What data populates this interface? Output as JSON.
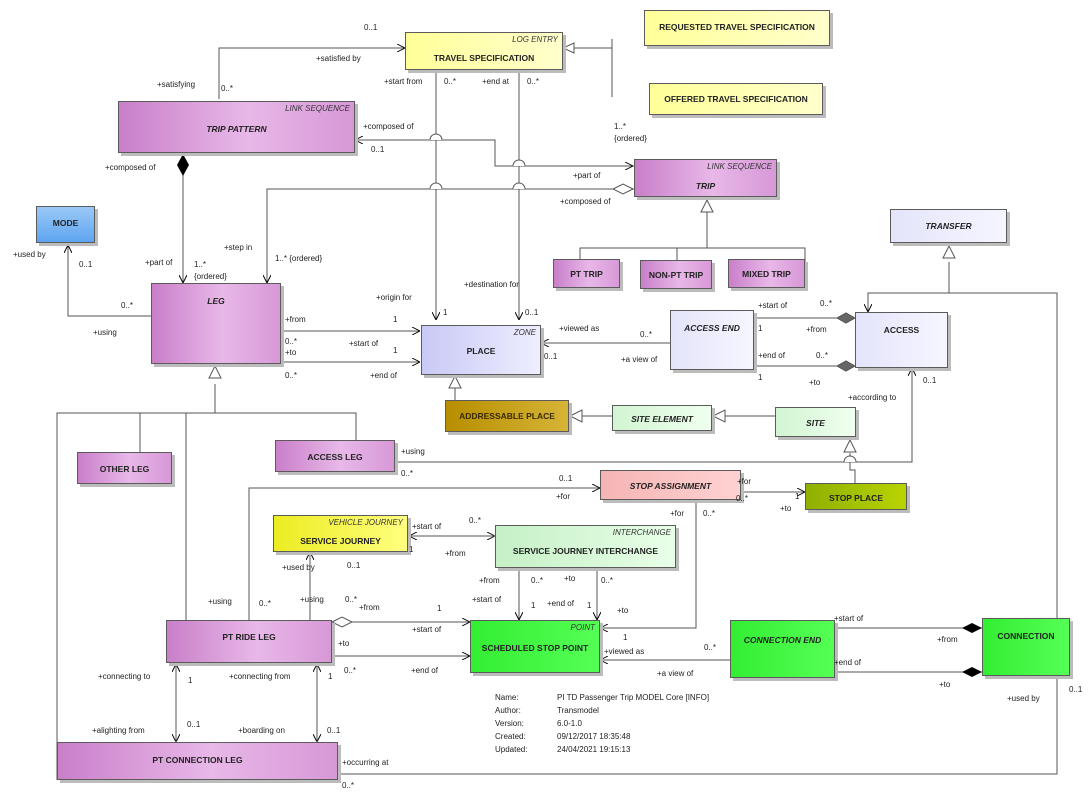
{
  "classes": {
    "travel_spec": {
      "name": "TRAVEL SPECIFICATION",
      "stereotype": "LOG ENTRY"
    },
    "requested_spec": {
      "name": "REQUESTED TRAVEL SPECIFICATION"
    },
    "offered_spec": {
      "name": "OFFERED TRAVEL SPECIFICATION"
    },
    "trip_pattern": {
      "name": "TRIP PATTERN",
      "stereotype": "LINK SEQUENCE"
    },
    "trip": {
      "name": "TRIP",
      "stereotype": "LINK SEQUENCE"
    },
    "mode": {
      "name": "MODE"
    },
    "pt_trip": {
      "name": "PT TRIP"
    },
    "non_pt_trip": {
      "name": "NON-PT TRIP"
    },
    "mixed_trip": {
      "name": "MIXED TRIP"
    },
    "transfer": {
      "name": "TRANSFER"
    },
    "leg": {
      "name": "LEG"
    },
    "place": {
      "name": "PLACE",
      "stereotype": "ZONE"
    },
    "access_end": {
      "name": "ACCESS END"
    },
    "access": {
      "name": "ACCESS"
    },
    "addressable_place": {
      "name": "ADDRESSABLE PLACE"
    },
    "site_element": {
      "name": "SITE ELEMENT"
    },
    "site": {
      "name": "SITE"
    },
    "other_leg": {
      "name": "OTHER LEG"
    },
    "access_leg": {
      "name": "ACCESS LEG"
    },
    "stop_assignment": {
      "name": "STOP ASSIGNMENT"
    },
    "stop_place": {
      "name": "STOP PLACE"
    },
    "service_journey": {
      "name": "SERVICE JOURNEY",
      "stereotype": "VEHICLE JOURNEY"
    },
    "sj_interchange": {
      "name": "SERVICE JOURNEY INTERCHANGE",
      "stereotype": "INTERCHANGE"
    },
    "pt_ride_leg": {
      "name": "PT RIDE LEG"
    },
    "scheduled_stop_point": {
      "name": "SCHEDULED STOP POINT",
      "stereotype": "POINT"
    },
    "connection_end": {
      "name": "CONNECTION END"
    },
    "connection": {
      "name": "CONNECTION"
    },
    "pt_connection_leg": {
      "name": "PT CONNECTION  LEG"
    }
  },
  "labels": {
    "l01": "0..1",
    "l02": "+satisfied by",
    "l03": "+satisfying",
    "l04": "0..*",
    "l05": "+start from",
    "l06": "0..*",
    "l07": "+end at",
    "l08": "0..*",
    "l09": "+composed of",
    "l10": "0..1",
    "l11": "1..*",
    "l12": "{ordered}",
    "l13": "+composed of",
    "l14": "+part of",
    "l15": "+composed of",
    "l16": "+step in",
    "l17": "1..* {ordered}",
    "l18": "+used by",
    "l19": "0..1",
    "l20": "+part of",
    "l21": "1..*",
    "l22": "{ordered}",
    "l23": "0..*",
    "l24": "+using",
    "l25": "+origin for",
    "l26": "+destination for",
    "l27": "1",
    "l28": "0..1",
    "l29": "+from",
    "l30": "1",
    "l31": "0..*",
    "l32": "+to",
    "l33": "+start of",
    "l34": "1",
    "l35": "0..*",
    "l36": "+end of",
    "l37": "+viewed as",
    "l38": "0..*",
    "l39": "0..1",
    "l40": "+a view of",
    "l41": "+start of",
    "l42": "0..*",
    "l43": "1",
    "l44": "+from",
    "l45": "+end of",
    "l46": "0..*",
    "l47": "1",
    "l48": "+to",
    "l49": "+according to",
    "l50": "0..1",
    "l51": "+using",
    "l52": "0..*",
    "l53": "0..1",
    "l54": "+for",
    "l55": "+for",
    "l56": "0..*",
    "l57": "+to",
    "l58": "1",
    "l59": "+for",
    "l60": "0..*",
    "l61": "+start of",
    "l62": "0..*",
    "l63": "1",
    "l64": "+from",
    "l65": "+used by",
    "l66": "0..1",
    "l67": "+from",
    "l68": "0..*",
    "l69": "+to",
    "l70": "0..*",
    "l71": "+start of",
    "l72": "1",
    "l73": "+end of",
    "l74": "1",
    "l75": "+to",
    "l76": "+using",
    "l77": "0..*",
    "l78": "+using",
    "l79": "0..*",
    "l80": "+from",
    "l81": "1",
    "l82": "+start of",
    "l83": "+to",
    "l84": "0..*",
    "l85": "+end of",
    "l86": "1",
    "l87": "+viewed as",
    "l88": "0..*",
    "l89": "+a view of",
    "l90": "+start of",
    "l91": "+from",
    "l92": "+end of",
    "l93": "+to",
    "l94": "+used by",
    "l95": "0..1",
    "l96": "+connecting to",
    "l97": "1",
    "l98": "+connecting from",
    "l99": "1",
    "l100": "+alighting from",
    "l101": "0..1",
    "l102": "+boarding on",
    "l103": "0..1",
    "l104": "+occurring at",
    "l105": "0..*"
  },
  "notes": {
    "name_k": "Name:",
    "name_v": "PI TD Passenger Trip MODEL Core [INFO]",
    "author_k": "Author:",
    "author_v": "Transmodel",
    "version_k": "Version:",
    "version_v": "6.0-1.0",
    "created_k": "Created:",
    "created_v": "09/12/2017 18:35:48",
    "updated_k": "Updated:",
    "updated_v": "24/04/2021 19:15:13"
  }
}
